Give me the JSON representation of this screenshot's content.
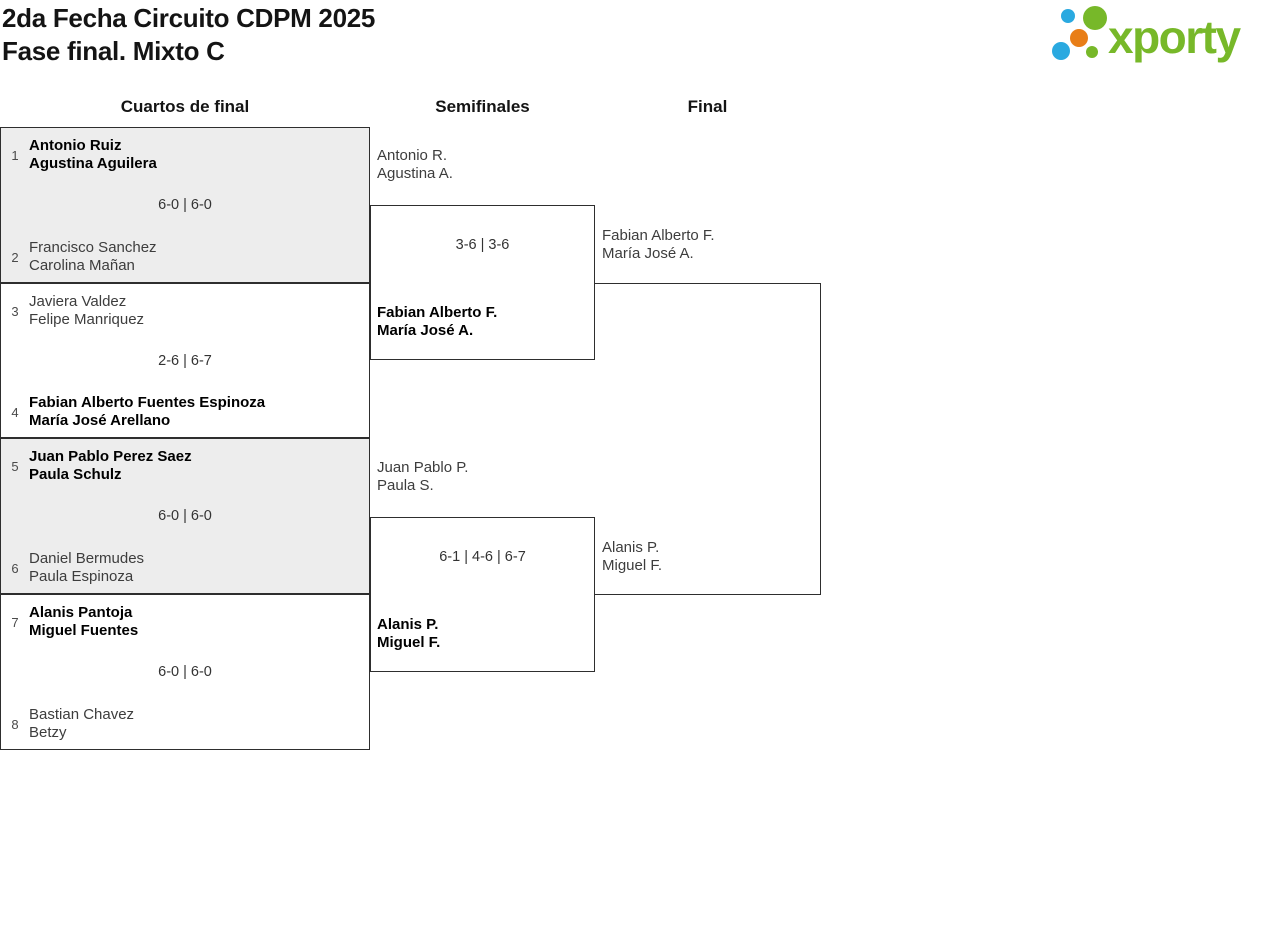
{
  "page": {
    "title_line1": "2da Fecha Circuito CDPM 2025",
    "title_line2": "Fase final. Mixto C"
  },
  "logo": {
    "text": "xporty",
    "colors": {
      "green": "#77b829",
      "blue": "#2aa9e0",
      "orange": "#e87e17"
    }
  },
  "rounds": {
    "quarterfinals": {
      "label": "Cuartos de final",
      "matches": [
        {
          "seed_top": "1",
          "top_line1": "Antonio Ruiz",
          "top_line2": "Agustina Aguilera",
          "top_winner": true,
          "score": "6-0 | 6-0",
          "seed_bottom": "2",
          "bottom_line1": "Francisco Sanchez",
          "bottom_line2": "Carolina Mañan",
          "bottom_winner": false,
          "shaded": true
        },
        {
          "seed_top": "3",
          "top_line1": "Javiera Valdez",
          "top_line2": "Felipe Manriquez",
          "top_winner": false,
          "score": "2-6 | 6-7",
          "seed_bottom": "4",
          "bottom_line1": "Fabian Alberto Fuentes Espinoza",
          "bottom_line2": "María José Arellano",
          "bottom_winner": true,
          "shaded": false
        },
        {
          "seed_top": "5",
          "top_line1": "Juan Pablo Perez Saez",
          "top_line2": "Paula Schulz",
          "top_winner": true,
          "score": "6-0 | 6-0",
          "seed_bottom": "6",
          "bottom_line1": "Daniel Bermudes",
          "bottom_line2": "Paula Espinoza",
          "bottom_winner": false,
          "shaded": true
        },
        {
          "seed_top": "7",
          "top_line1": "Alanis Pantoja",
          "top_line2": "Miguel Fuentes",
          "top_winner": true,
          "score": "6-0 | 6-0",
          "seed_bottom": "8",
          "bottom_line1": "Bastian Chavez",
          "bottom_line2": "Betzy",
          "bottom_winner": false,
          "shaded": false
        }
      ]
    },
    "semifinals": {
      "label": "Semifinales",
      "matches": [
        {
          "top_line1": "Antonio R.",
          "top_line2": "Agustina A.",
          "top_winner": false,
          "score": "3-6 | 3-6",
          "bottom_line1": "Fabian Alberto F.",
          "bottom_line2": "María José A.",
          "bottom_winner": true
        },
        {
          "top_line1": "Juan Pablo P.",
          "top_line2": "Paula S.",
          "top_winner": false,
          "score": "6-1 | 4-6 | 6-7",
          "bottom_line1": "Alanis P.",
          "bottom_line2": "Miguel F.",
          "bottom_winner": true
        }
      ]
    },
    "final": {
      "label": "Final",
      "matches": [
        {
          "top_line1": "Fabian Alberto F.",
          "top_line2": "María José A.",
          "top_winner": false,
          "score": "",
          "bottom_line1": "Alanis P.",
          "bottom_line2": "Miguel F.",
          "bottom_winner": false
        }
      ]
    }
  }
}
